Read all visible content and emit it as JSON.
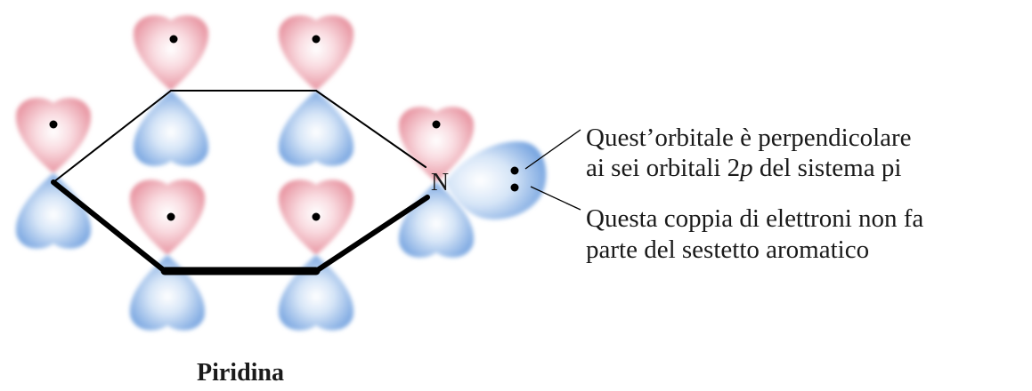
{
  "diagram": {
    "title": "Piridina",
    "atom_label": "N",
    "annotations": [
      {
        "lines": [
          {
            "prefix": "Quest’orbitale è perpendicolare",
            "italic": "",
            "suffix": ""
          },
          {
            "prefix": "ai sei orbitali 2",
            "italic": "p",
            "suffix": " del sistema pi"
          }
        ]
      },
      {
        "lines": [
          {
            "prefix": "Questa coppia di elettroni non fa",
            "italic": "",
            "suffix": ""
          },
          {
            "prefix": "parte del sestetto aromatico",
            "italic": "",
            "suffix": ""
          }
        ]
      }
    ],
    "colors": {
      "upper_lobe": "#e58a98",
      "lower_lobe": "#6f9fde",
      "lone_pair_lobe": "#6f9fde",
      "bond": "#000000",
      "electron": "#000000"
    }
  }
}
